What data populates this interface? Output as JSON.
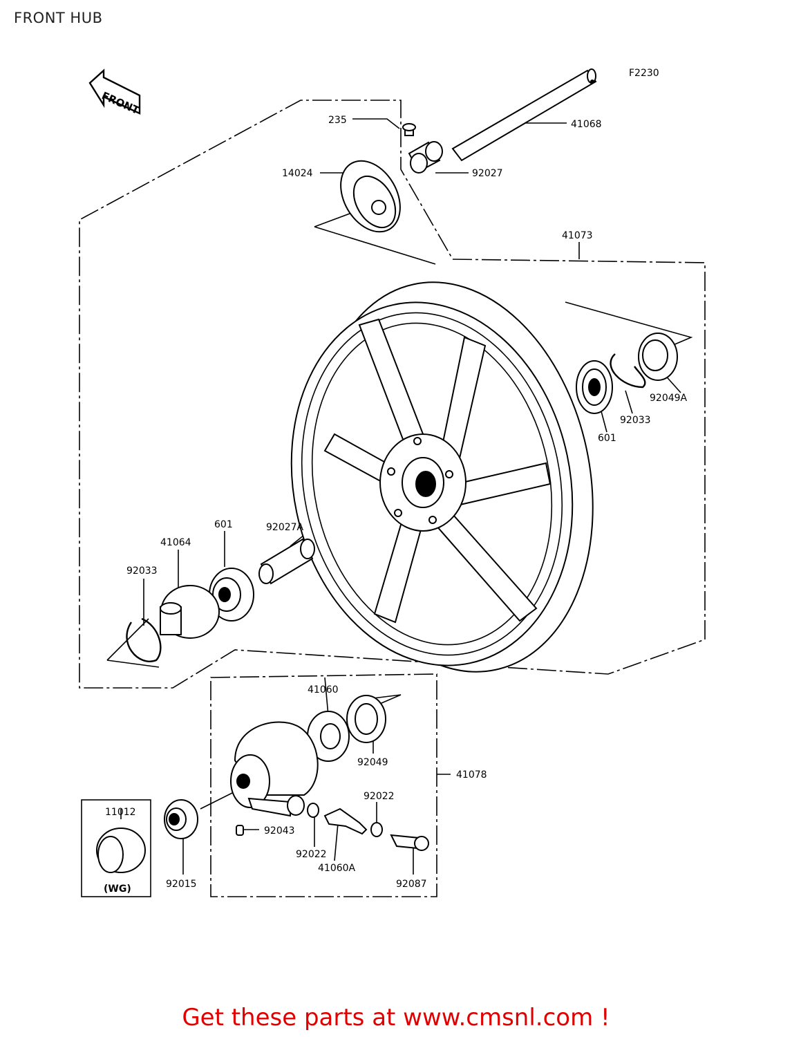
{
  "title": "FRONT HUB",
  "figure_code": "F2230",
  "front_arrow_label": "FRONT",
  "wg_note": "(WG)",
  "promo_text": "Get these parts at www.cmsnl.com !",
  "colors": {
    "promo": "#e00000",
    "lines": "#000000"
  },
  "callouts": {
    "c_235": "235",
    "c_41068": "41068",
    "c_14024": "14024",
    "c_92027": "92027",
    "c_41073": "41073",
    "c_92049A": "92049A",
    "c_92033_r": "92033",
    "c_601_r": "601",
    "c_92027A": "92027A",
    "c_601_l": "601",
    "c_41064": "41064",
    "c_92033_l": "92033",
    "c_41060": "41060",
    "c_92049": "92049",
    "c_41078": "41078",
    "c_11012": "11012",
    "c_92022_a": "92022",
    "c_92043": "92043",
    "c_92022_b": "92022",
    "c_41060A": "41060A",
    "c_92015": "92015",
    "c_92087": "92087"
  }
}
